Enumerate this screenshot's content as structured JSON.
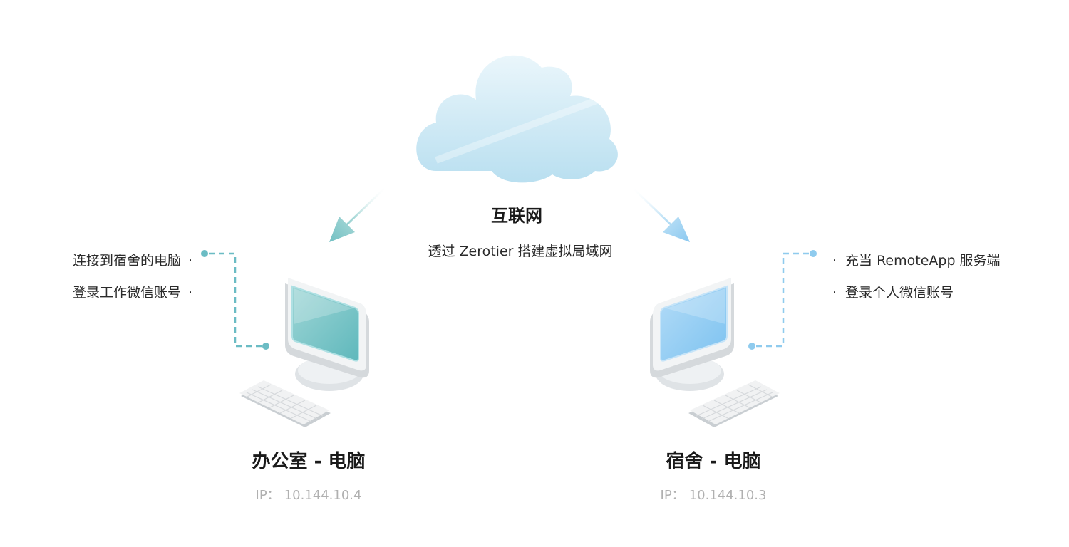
{
  "colors": {
    "teal": "#6ec1c6",
    "blue": "#8cc9f0",
    "cloud": "#d4ecf7",
    "dash_left": "#6bbcc4",
    "dash_right": "#8fcbee",
    "ip_gray": "#b0b0b0"
  },
  "internet": {
    "title": "互联网",
    "subtitle": "透过 Zerotier 搭建虚拟局域网",
    "icon": "cloud-icon"
  },
  "office_pc": {
    "title": "办公室 - 电脑",
    "ip_label": "IP：",
    "ip": "10.144.10.4",
    "notes": [
      "连接到宿舍的电脑",
      "登录工作微信账号"
    ],
    "icon": "desktop-computer-icon"
  },
  "dorm_pc": {
    "title": "宿舍 - 电脑",
    "ip_label": "IP：",
    "ip": "10.144.10.3",
    "notes": [
      "充当 RemoteApp 服务端",
      "登录个人微信账号"
    ],
    "icon": "desktop-computer-icon"
  },
  "bullet": "·"
}
